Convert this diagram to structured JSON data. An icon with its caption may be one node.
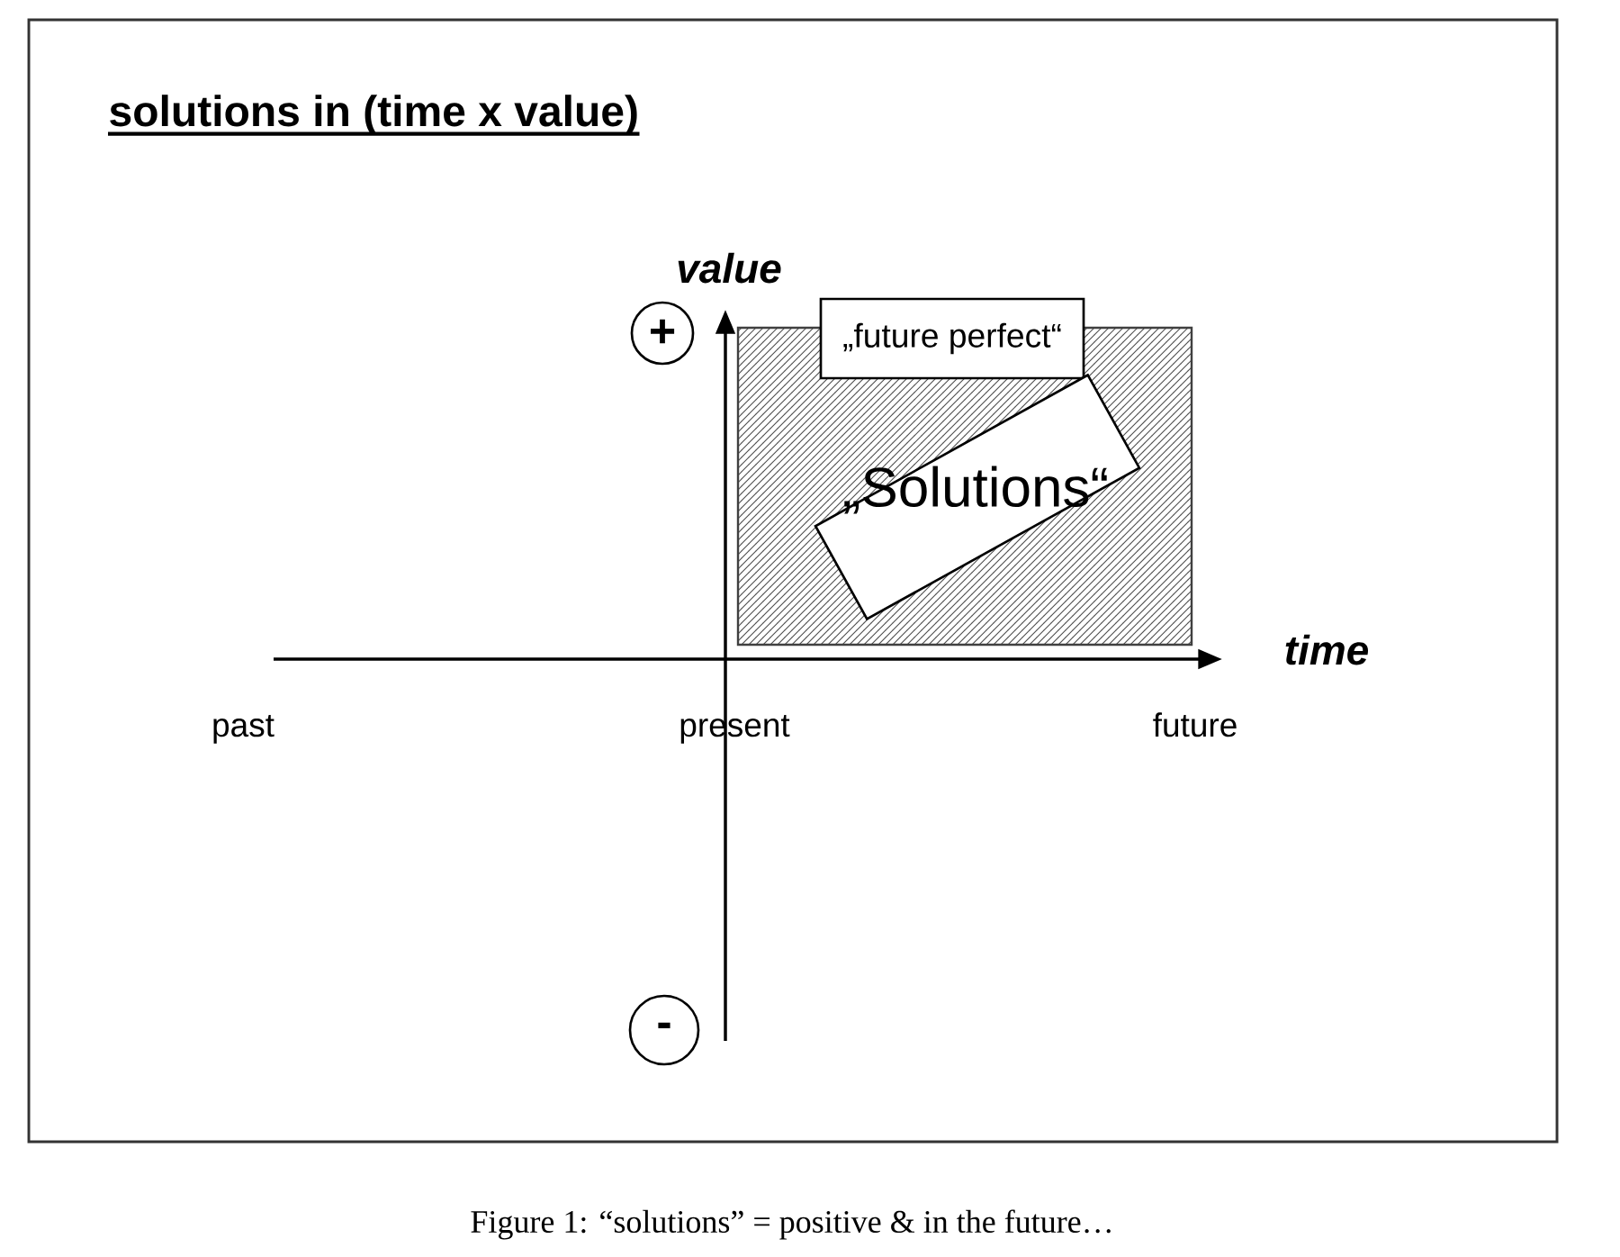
{
  "diagram": {
    "title": "solutions in (time x value)",
    "caption": "Figure 1: “solutions” = positive & in the future…",
    "nodes": [
      {
        "text": [],
        "shape": "box"
      },
      {
        "text": [
          "„future perfect“"
        ]
      },
      {
        "text": [
          "„Solutions“"
        ],
        "in": 0
      },
      {
        "text": [
          "+"
        ]
      },
      {
        "text": [
          "-"
        ]
      }
    ],
    "labels": [
      "value",
      "time",
      "past",
      "present",
      "future"
    ]
  }
}
